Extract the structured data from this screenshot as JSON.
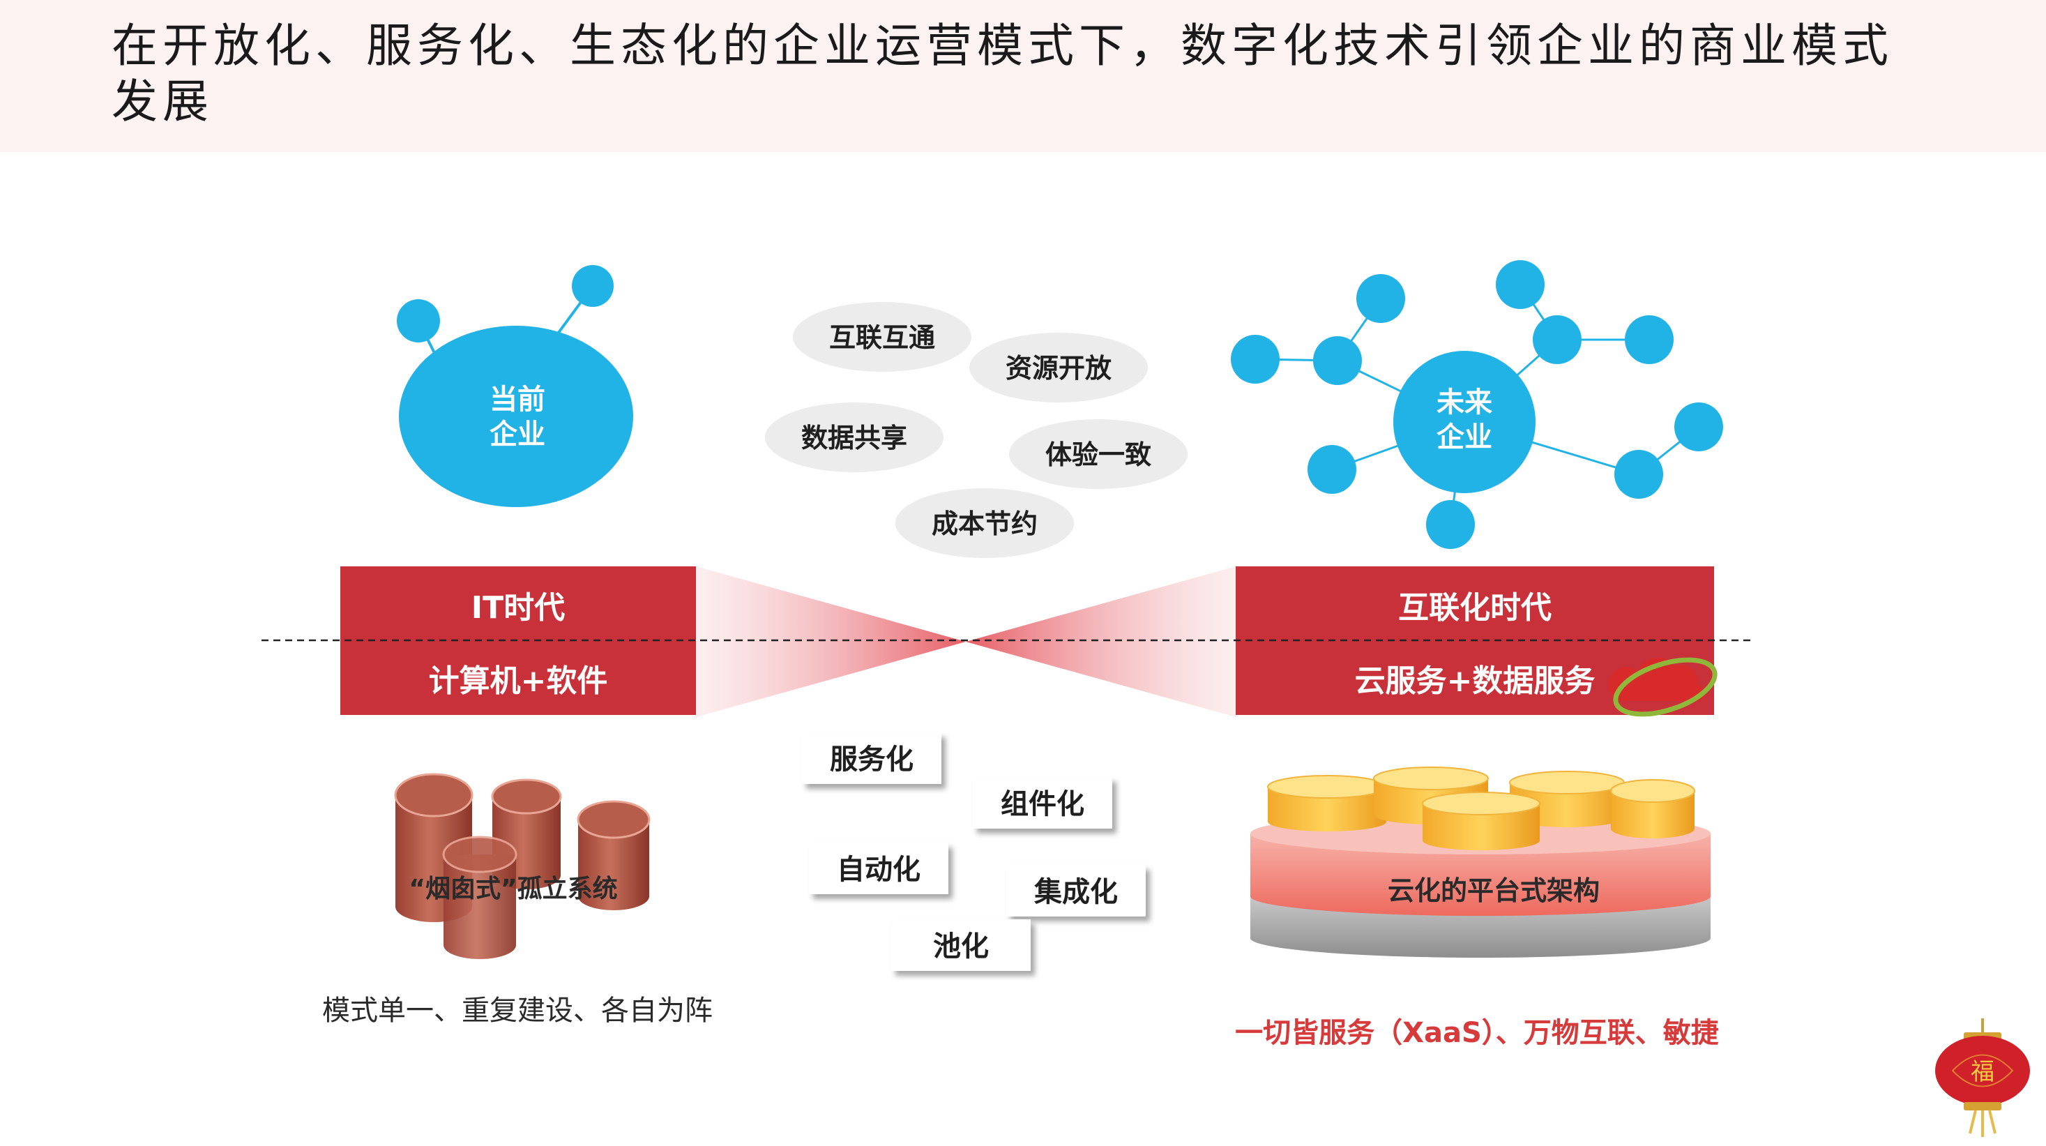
{
  "title": "在开放化、服务化、生态化的企业运营模式下，数字化技术引领企业的商业模式发展",
  "current_enterprise": {
    "line1": "当前",
    "line2": "企业"
  },
  "future_enterprise": {
    "line1": "未来",
    "line2": "企业"
  },
  "traits": [
    "互联互通",
    "资源开放",
    "数据共享",
    "体验一致",
    "成本节约"
  ],
  "it_era": {
    "label": "IT时代",
    "sub": "计算机+软件"
  },
  "internet_era": {
    "label": "互联化时代",
    "sub": "云服务+数据服务"
  },
  "transformations": [
    "服务化",
    "组件化",
    "自动化",
    "集成化",
    "池化"
  ],
  "silo_label": "“烟囱式”孤立系统",
  "platform_label": "云化的平台式架构",
  "left_caption": "模式单一、重复建设、各自为阵",
  "right_caption": "一切皆服务（XaaS）、万物互联、敏捷",
  "colors": {
    "accent_red": "#c8313a",
    "node_blue": "#22b3e6",
    "caption_red": "#d63a3a",
    "header_bg": "#fcf2f2"
  }
}
